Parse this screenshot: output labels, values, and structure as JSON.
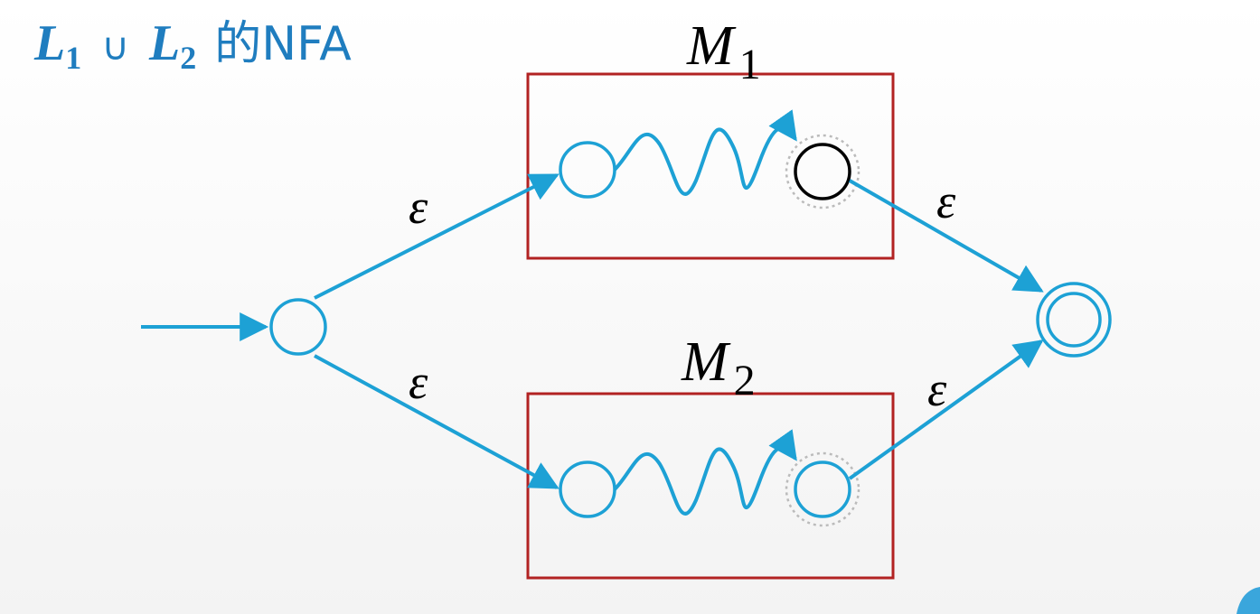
{
  "title": {
    "var1": "L",
    "sub1": "1",
    "operator": "∪",
    "var2": "L",
    "sub2": "2",
    "suffix": "的NFA"
  },
  "diagram": {
    "box_m1": {
      "var": "M",
      "sub": "1"
    },
    "box_m2": {
      "var": "M",
      "sub": "2"
    },
    "edges": {
      "start_to_m1": "ε",
      "start_to_m2": "ε",
      "m1_to_final": "ε",
      "m2_to_final": "ε"
    }
  },
  "colors": {
    "title": "#1f7dbf",
    "arrow": "#1da1d5",
    "box_border": "#b22222",
    "state_stroke": "#1da1d5",
    "m1_accept_state_stroke": "#000000",
    "dotted_ring": "#bbbbbb"
  },
  "icons": {
    "m1_path": "squiggle-path-icon",
    "m2_path": "squiggle-path-icon"
  }
}
